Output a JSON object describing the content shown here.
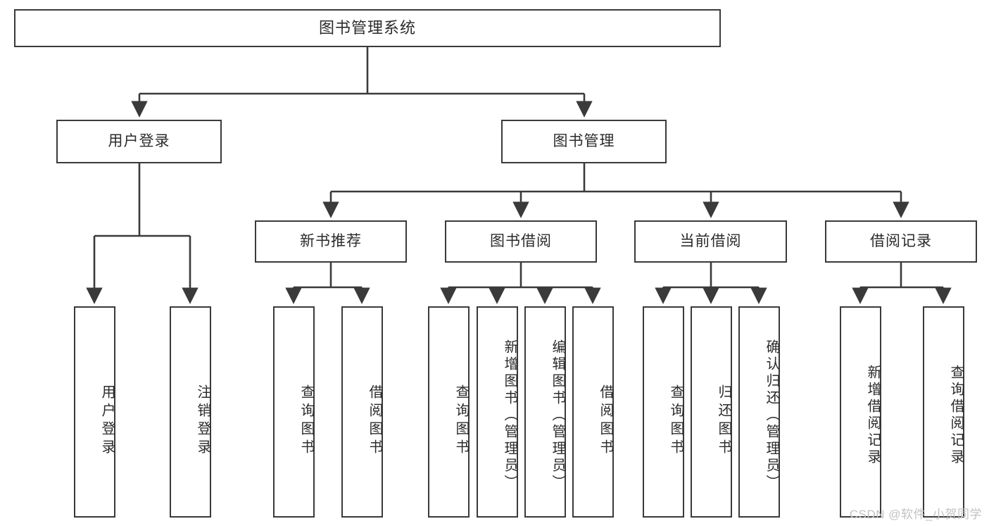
{
  "diagram": {
    "title": "图书管理系统",
    "type": "tree-hierarchy",
    "colors": {
      "stroke": "#3a3a3a",
      "text": "#2b2b2b",
      "background": "#ffffff",
      "watermark": "#c2c2c2"
    },
    "levels": {
      "root": {
        "label": "图书管理系统"
      },
      "level2": [
        {
          "label": "用户登录"
        },
        {
          "label": "图书管理"
        }
      ],
      "level3": [
        {
          "label": "新书推荐"
        },
        {
          "label": "图书借阅"
        },
        {
          "label": "当前借阅"
        },
        {
          "label": "借阅记录"
        }
      ],
      "leaves": {
        "user_login": [
          {
            "label": "用户登录"
          },
          {
            "label": "注销登录"
          }
        ],
        "new_book_recommend": [
          {
            "label": "查询图书"
          },
          {
            "label": "借阅图书"
          }
        ],
        "book_borrow": [
          {
            "label": "查询图书"
          },
          {
            "label": "新增图书（管理员）"
          },
          {
            "label": "编辑图书（管理员）"
          },
          {
            "label": "借阅图书"
          }
        ],
        "current_borrow": [
          {
            "label": "查询图书"
          },
          {
            "label": "归还图书"
          },
          {
            "label": "确认归还（管理员）"
          }
        ],
        "borrow_record": [
          {
            "label": "新增借阅记录"
          },
          {
            "label": "查询借阅记录"
          }
        ]
      }
    }
  },
  "watermark": {
    "text": "CSDN @软件_小贺同学"
  }
}
